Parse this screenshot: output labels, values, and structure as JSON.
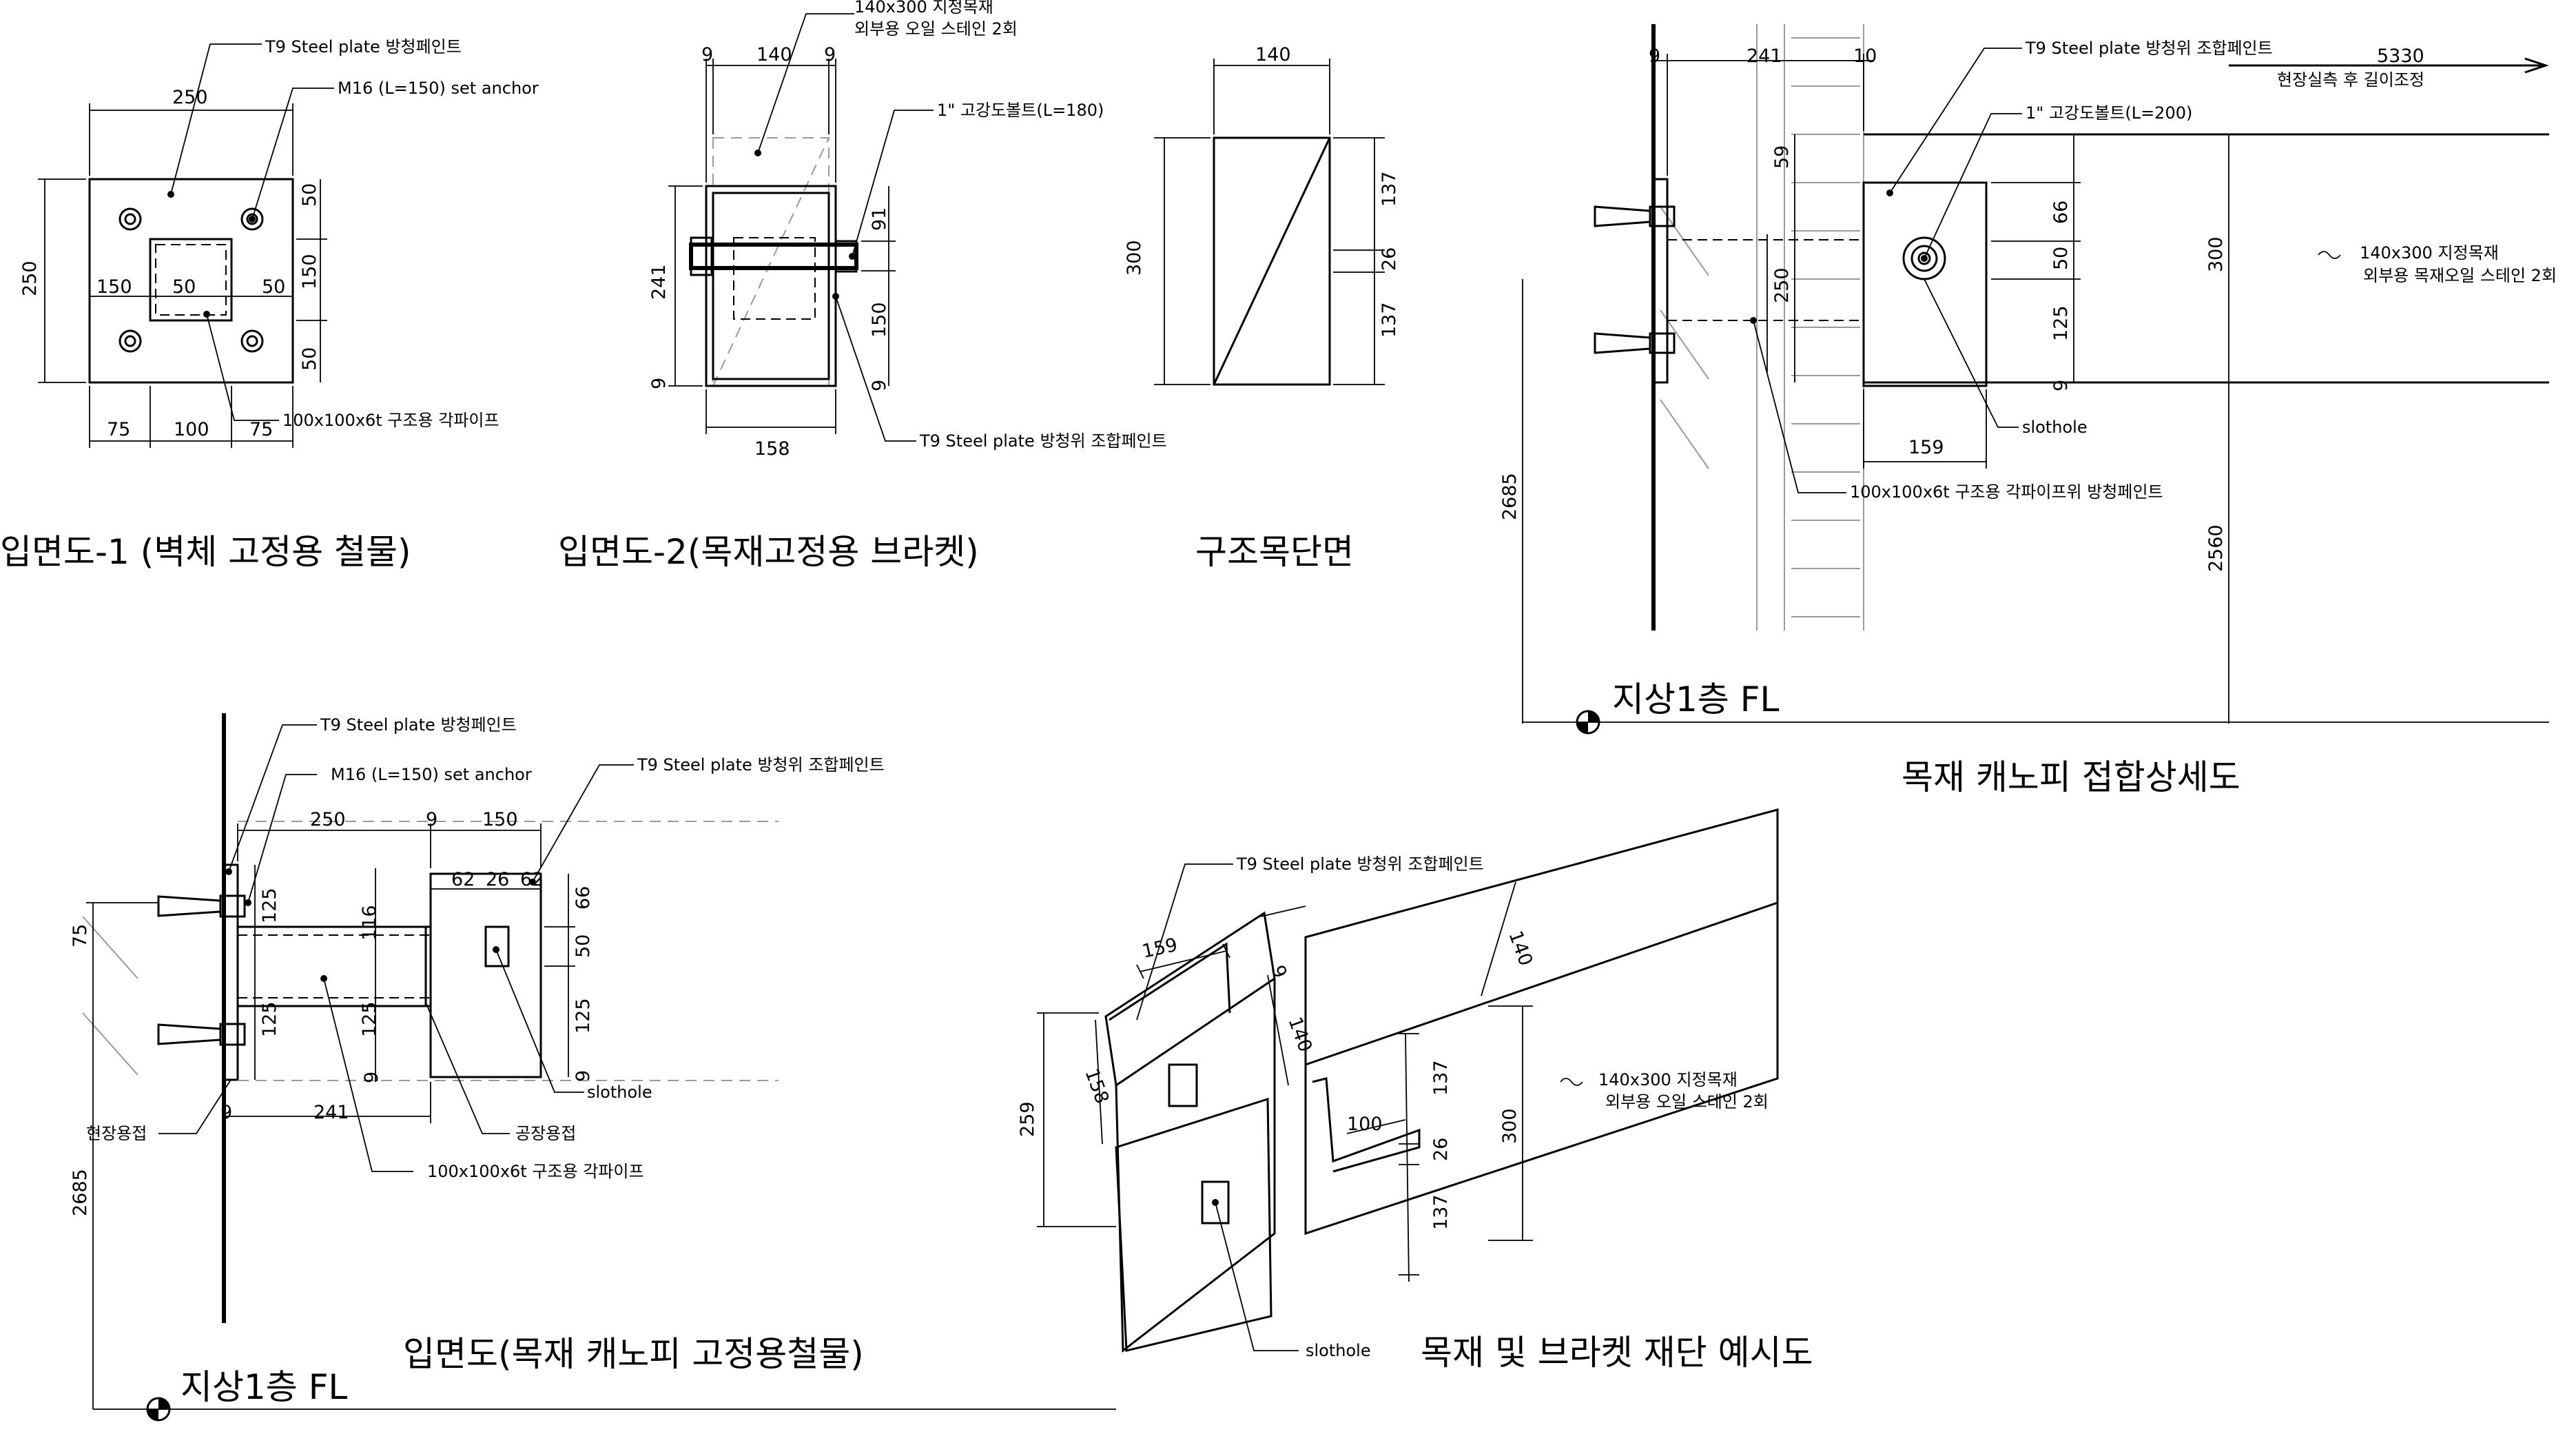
{
  "views": {
    "elev1": {
      "title": "입면도-1 (벽체 고정용 철물)",
      "notes": [
        "T9 Steel plate 방청페인트",
        "M16 (L=150) set anchor",
        "100x100x6t 구조용 각파이프"
      ],
      "dims": [
        "250",
        "250",
        "50",
        "150",
        "50",
        "50",
        "150",
        "50",
        "75",
        "100",
        "75"
      ]
    },
    "elev2": {
      "title": "입면도-2(목재고정용 브라켓)",
      "notes": [
        "140x300 지정목재",
        "외부용 오일 스테인 2회",
        "1\" 고강도볼트(L=180)",
        "T9 Steel plate 방청위 조합페인트"
      ],
      "dims": [
        "9",
        "140",
        "9",
        "241",
        "9",
        "91",
        "150",
        "9",
        "158"
      ]
    },
    "section": {
      "title": "구조목단면",
      "dims": [
        "140",
        "300",
        "137",
        "26",
        "137"
      ]
    },
    "detail": {
      "title": "목재 캐노피 접합상세도",
      "level": "지상1층 FL",
      "notes": [
        "T9 Steel plate 방청위 조합페인트",
        "1\" 고강도볼트(L=200)",
        "140x300 지정목재",
        "외부용 목재오일 스테인 2회",
        "slothole",
        "100x100x6t 구조용 각파이프위 방청페인트",
        "현장실측 후 길이조정"
      ],
      "dims": [
        "9",
        "241",
        "10",
        "5330",
        "59",
        "66",
        "50",
        "125",
        "9",
        "300",
        "250",
        "159",
        "2685",
        "2560"
      ]
    },
    "elev3": {
      "title": "입면도(목재 캐노피 고정용철물)",
      "level": "지상1층 FL",
      "notes": [
        "T9 Steel plate 방청페인트",
        "M16 (L=150) set anchor",
        "T9 Steel plate 방청위 조합페인트",
        "slothole",
        "현장용접",
        "공장용접",
        "100x100x6t 구조용 각파이프"
      ],
      "dims": [
        "250",
        "9",
        "150",
        "62",
        "26",
        "62",
        "125",
        "116",
        "125",
        "75",
        "125",
        "66",
        "50",
        "125",
        "9",
        "9",
        "241",
        "9",
        "2685"
      ]
    },
    "iso": {
      "title": "목재 및 브라켓 재단 예시도",
      "notes": [
        "T9 Steel plate 방청위 조합페인트",
        "140x300 지정목재",
        "외부용 오일 스테인 2회",
        "slothole"
      ],
      "dims": [
        "159",
        "9",
        "140",
        "158",
        "259",
        "100",
        "140",
        "137",
        "26",
        "137",
        "300"
      ]
    }
  }
}
